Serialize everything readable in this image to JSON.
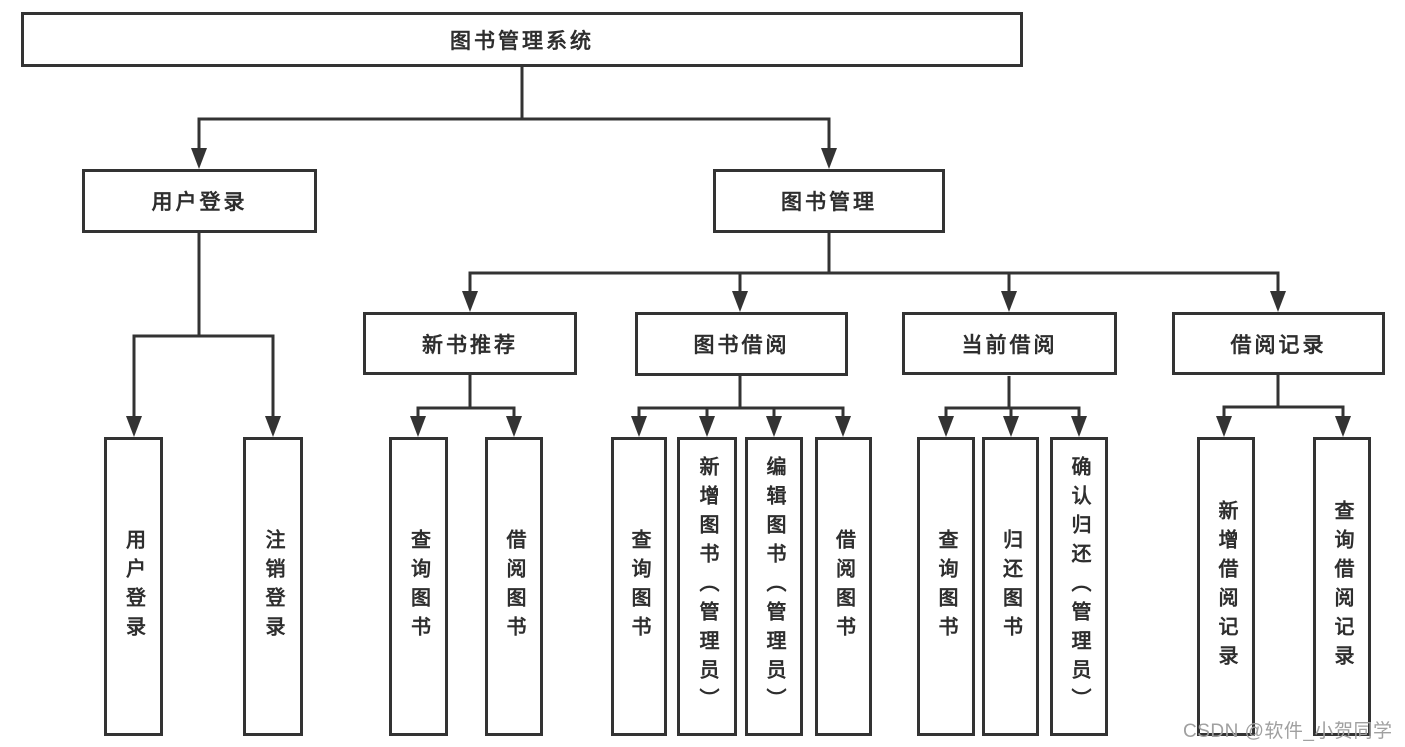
{
  "diagram": {
    "title": "图书管理系统",
    "colors": {
      "line": "#333333",
      "text": "#2e2e2e",
      "background": "#ffffff",
      "watermark": "#a0a0a0"
    },
    "watermark": "CSDN @软件_小贺同学",
    "tree": {
      "root": {
        "label": "图书管理系统",
        "children": [
          {
            "label": "用户登录",
            "children": [
              {
                "label": "用户登录"
              },
              {
                "label": "注销登录"
              }
            ]
          },
          {
            "label": "图书管理",
            "children": [
              {
                "label": "新书推荐",
                "children": [
                  {
                    "label": "查询图书"
                  },
                  {
                    "label": "借阅图书"
                  }
                ]
              },
              {
                "label": "图书借阅",
                "children": [
                  {
                    "label": "查询图书"
                  },
                  {
                    "label": "新增图书（管理员）"
                  },
                  {
                    "label": "编辑图书（管理员）"
                  },
                  {
                    "label": "借阅图书"
                  }
                ]
              },
              {
                "label": "当前借阅",
                "children": [
                  {
                    "label": "查询图书"
                  },
                  {
                    "label": "归还图书"
                  },
                  {
                    "label": "确认归还（管理员）"
                  }
                ]
              },
              {
                "label": "借阅记录",
                "children": [
                  {
                    "label": "新增借阅记录"
                  },
                  {
                    "label": "查询借阅记录"
                  }
                ]
              }
            ]
          }
        ]
      }
    }
  }
}
